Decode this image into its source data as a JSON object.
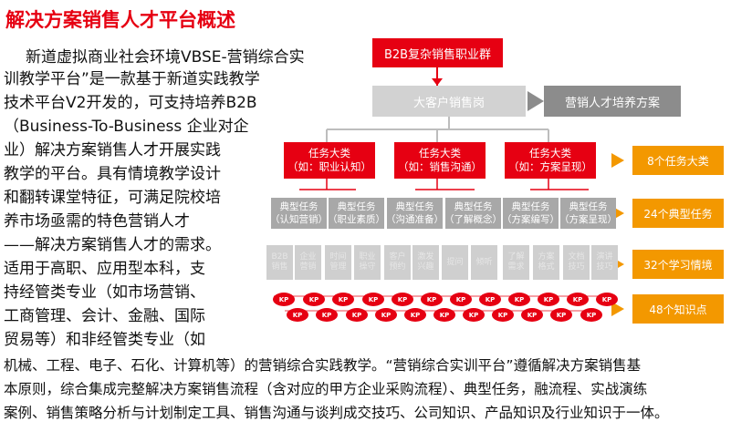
{
  "title": "解决方案销售人才平台概述",
  "paragraph_lines": [
    "新道虚拟商业社会环境VBSE-营销综合实",
    "训教学平台”是一款基于新道实践教学",
    "技术平台V2开发的，可支持培养B2B",
    "（Business-To-Business 企业对企",
    "业）解决方案销售人才开展实践",
    "教学的平台。具有情境教学设计",
    "和翻转课堂特征，可满足院校培",
    "养市场亟需的特色营销人才",
    "——解决方案销售人才的需求。",
    "适用于高职、应用型本科，支",
    "持经管类专业（如市场营销、",
    "工商管理、会计、金融、国际",
    "贸易等）和非经管类专业（如",
    "机械、工程、电子、石化、计算机等）的营销综合实践教学。“营销综合实训平台”遵循解决方案销售基",
    "本原则，综合集成完整解决方案销售流程（含对应的甲方企业采购流程）、典型任务，融流程、实战演练",
    "案例、销售策略分析与计划制定工具、销售沟通与谈判成交技巧、公司知识、产品知识及行业知识于一体。"
  ],
  "diagram": {
    "top": "B2B复杂销售职业群",
    "mid": "大客户销售岗",
    "plan": "营销人才培养方案",
    "categories": [
      {
        "line1": "任务大类",
        "line2": "（如：职业认知）"
      },
      {
        "line1": "任务大类",
        "line2": "（如：销售沟通）"
      },
      {
        "line1": "任务大类",
        "line2": "（如：方案呈现）"
      }
    ],
    "tasks": [
      {
        "line1": "典型任务",
        "line2": "（认知营销）"
      },
      {
        "line1": "典型任务",
        "line2": "（职业素质）"
      },
      {
        "line1": "典型任务",
        "line2": "（沟通准备）"
      },
      {
        "line1": "典型任务",
        "line2": "（了解概念）"
      },
      {
        "line1": "典型任务",
        "line2": "（方案编写）"
      },
      {
        "line1": "典型任务",
        "line2": "（方案呈现）"
      }
    ],
    "situations": [
      {
        "l1": "B2B",
        "l2": "销售"
      },
      {
        "l1": "企业",
        "l2": "营销"
      },
      {
        "l1": "时间",
        "l2": "管理"
      },
      {
        "l1": "职业",
        "l2": "操守"
      },
      {
        "l1": "客户",
        "l2": "预约"
      },
      {
        "l1": "激发",
        "l2": "兴趣"
      },
      {
        "l1": "提问",
        "l2": ""
      },
      {
        "l1": "倾听",
        "l2": ""
      },
      {
        "l1": "了解",
        "l2": "需求"
      },
      {
        "l1": "方案",
        "l2": "格式"
      },
      {
        "l1": "文档",
        "l2": "技巧"
      },
      {
        "l1": "演讲",
        "l2": "技巧"
      }
    ],
    "kp_label": "KP",
    "side": [
      "8个任务大类",
      "24个典型任务",
      "32个学习情境",
      "48个知识点"
    ]
  }
}
